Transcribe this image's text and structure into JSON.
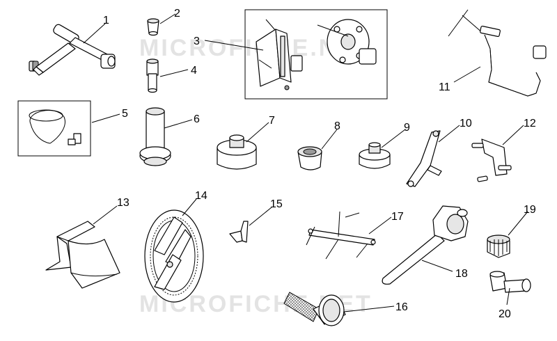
{
  "watermark": "MICROFICHE.NET",
  "parts": [
    {
      "id": 1,
      "label": "1"
    },
    {
      "id": 2,
      "label": "2"
    },
    {
      "id": 3,
      "label": "3"
    },
    {
      "id": 4,
      "label": "4"
    },
    {
      "id": 5,
      "label": "5"
    },
    {
      "id": 6,
      "label": "6"
    },
    {
      "id": 7,
      "label": "7"
    },
    {
      "id": 8,
      "label": "8"
    },
    {
      "id": 9,
      "label": "9"
    },
    {
      "id": 10,
      "label": "10"
    },
    {
      "id": 11,
      "label": "11"
    },
    {
      "id": 12,
      "label": "12"
    },
    {
      "id": 13,
      "label": "13"
    },
    {
      "id": 14,
      "label": "14"
    },
    {
      "id": 15,
      "label": "15"
    },
    {
      "id": 16,
      "label": "16"
    },
    {
      "id": 17,
      "label": "17"
    },
    {
      "id": 18,
      "label": "18"
    },
    {
      "id": 19,
      "label": "19"
    },
    {
      "id": 20,
      "label": "20"
    }
  ]
}
